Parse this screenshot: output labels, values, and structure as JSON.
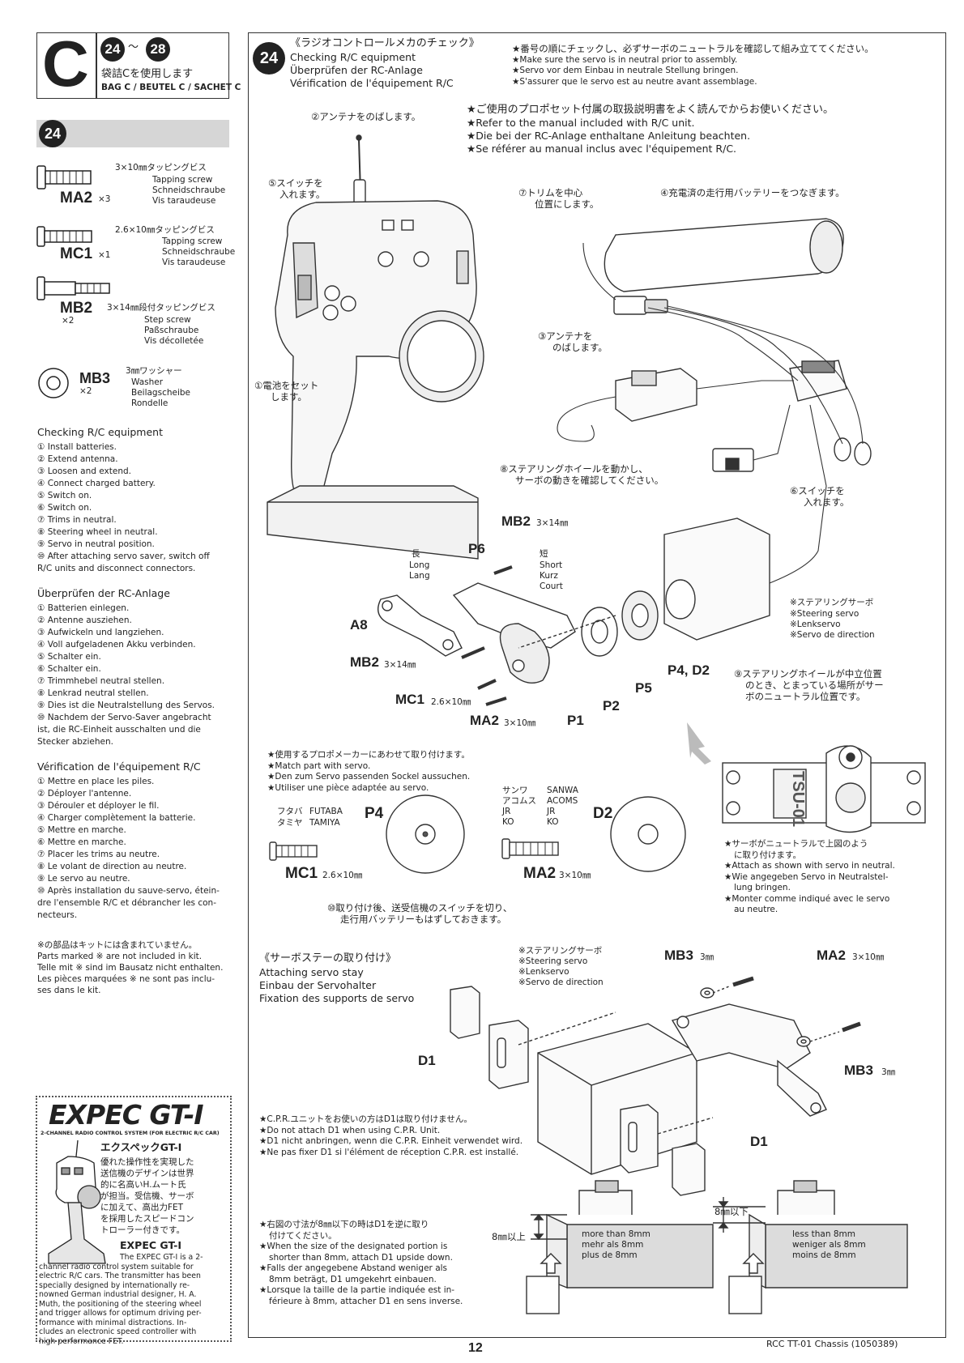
{
  "header": {
    "bag_letter": "C",
    "step_from": "24",
    "step_to": "28",
    "bag_jp": "袋詰Cを使用します",
    "bag_sub": "BAG C / BEUTEL C / SACHET C"
  },
  "left": {
    "step_badge": "24",
    "parts": [
      {
        "code": "MA2",
        "qty": "×3",
        "size_jp": "3×10㎜タッピングビス",
        "en": "Tapping screw",
        "de": "Schneidschraube",
        "fr": "Vis taraudeuse"
      },
      {
        "code": "MC1",
        "qty": "×1",
        "size_jp": "2.6×10㎜タッピングビス",
        "en": "Tapping screw",
        "de": "Schneidschraube",
        "fr": "Vis taraudeuse"
      },
      {
        "code": "MB2",
        "qty": "×2",
        "size_jp": "3×14㎜段付タッピングビス",
        "en": "Step screw",
        "de": "Paßschraube",
        "fr": "Vis décolletée"
      },
      {
        "code": "MB3",
        "qty": "×2",
        "size_jp": "3㎜ワッシャー",
        "en": "Washer",
        "de": "Beilagscheibe",
        "fr": "Rondelle"
      }
    ],
    "check_en_title": "Checking R/C equipment",
    "check_en": [
      "① Install batteries.",
      "② Extend antenna.",
      "③ Loosen and extend.",
      "④ Connect charged battery.",
      "⑤ Switch on.",
      "⑥ Switch on.",
      "⑦ Trims in neutral.",
      "⑧ Steering wheel in neutral.",
      "⑨ Servo in neutral position.",
      "⑩ After attaching servo saver, switch off",
      "R/C units and disconnect connectors."
    ],
    "check_de_title": "Überprüfen der RC-Anlage",
    "check_de": [
      "① Batterien einlegen.",
      "② Antenne ausziehen.",
      "③ Aufwickeln und langziehen.",
      "④ Voll aufgeladenen Akku verbinden.",
      "⑤ Schalter ein.",
      "⑥ Schalter ein.",
      "⑦ Trimmhebel neutral stellen.",
      "⑧ Lenkrad neutral stellen.",
      "⑨ Dies ist die Neutralstellung des Servos.",
      "⑩ Nachdem der Servo-Saver angebracht",
      "ist, die RC-Einheit ausschalten und die",
      "Stecker abziehen."
    ],
    "check_fr_title": "Vérification de l'équipement R/C",
    "check_fr": [
      "① Mettre en place les piles.",
      "② Déployer l'antenne.",
      "③ Dérouler et déployer le fil.",
      "④ Charger complètement la batterie.",
      "⑤ Mettre en marche.",
      "⑥ Mettre en marche.",
      "⑦ Placer les trims au neutre.",
      "⑧ Le volant de direction au neutre.",
      "⑨ Le servo au neutre.",
      "⑩ Après installation du sauve-servo, étein-",
      "dre l'ensemble R/C et débrancher les con-",
      "necteurs."
    ],
    "notincluded": [
      "※の部品はキットには含まれていません。",
      "Parts marked ※ are not included in kit.",
      "Telle mit ※ sind im Bausatz nicht enthalten.",
      "Les pièces marquées ※ ne sont pas inclu-",
      "ses dans le kit."
    ]
  },
  "promo": {
    "logo": "EXPEC GT-I",
    "subtitle": "2-CHANNEL RADIO CONTROL SYSTEM (FOR ELECTRIC R/C CAR)",
    "jp_title": "エクスペックGT-I",
    "jp_text": [
      "優れた操作性を実現した",
      "送信機のデザインは世界",
      "的に名高いH.ムート氏",
      "が担当。受信機、サーボ",
      "に加えて、高出力FET",
      "を採用したスピードコン",
      "トローラー付きです。"
    ],
    "en_title": "EXPEC GT-I",
    "en_text": [
      "The EXPEC GT-I is a 2-",
      "channel radio control system suitable for",
      "electric R/C cars. The transmitter has been",
      "specially designed by internationally re-",
      "nowned German industrial designer, H. A.",
      "Muth, the positioning of the steering wheel",
      "and trigger allows for optimum driving per-",
      "formance with minimal distractions. In-",
      "cludes an electronic speed controller with",
      "high performance FET."
    ]
  },
  "main": {
    "step_badge": "24",
    "title_jp": "《ラジオコントロールメカのチェック》",
    "title_en": "Checking R/C equipment",
    "title_de": "Überprüfen der RC-Anlage",
    "title_fr": "Vérification de l'équipement R/C",
    "note1": [
      "★番号の順にチェックし、必ずサーボのニュートラルを確認して組み立ててください。",
      "★Make sure the servo is in neutral prior to assembly.",
      "★Servo vor dem Einbau in neutrale Stellung bringen.",
      "★S'assurer que le servo est au neutre avant assemblage."
    ],
    "note2": [
      "★ご使用のプロポセット付属の取扱説明書をよく読んでからお使いください。",
      "★Refer to the manual included with R/C unit.",
      "★Die bei der RC-Anlage enthaltane Anleitung beachten.",
      "★Se référer au manual inclus avec l'équipement R/C."
    ],
    "callouts": {
      "c2": "②アンテナをのばします。",
      "c5a": "⑤スイッチを",
      "c5b": "入れます。",
      "c7a": "⑦トリムを中心",
      "c7b": "位置にします。",
      "c4": "④充電済の走行用バッテリーをつなぎます。",
      "c3a": "③アンテナを",
      "c3b": "のばします。",
      "c1a": "①電池をセット",
      "c1b": "します。",
      "c8a": "⑧ステアリングホイールを動かし、",
      "c8b": "サーボの動きを確認してください。",
      "c6a": "⑥スイッチを",
      "c6b": "入れます。",
      "servo_jp": "※ステアリングサーボ",
      "servo_en": "※Steering servo",
      "servo_de": "※Lenkservo",
      "servo_fr": "※Servo de direction",
      "c9": [
        "⑨ステアリングホイールが中立位置",
        "のとき、とまっている場所がサー",
        "ボのニュートラル位置です。"
      ]
    },
    "labels": {
      "mb2_top": "MB2",
      "mb2_top_size": "3×14㎜",
      "p6": "P6",
      "long_jp": "長",
      "long_en": "Long",
      "long_de": "Lang",
      "short_jp": "短",
      "short_en": "Short",
      "short_de": "Kurz",
      "short_fr": "Court",
      "a8": "A8",
      "mb2_mid": "MB2",
      "mb2_mid_size": "3×14㎜",
      "mc1": "MC1",
      "mc1_size": "2.6×10㎜",
      "ma2": "MA2",
      "ma2_size": "3×10㎜",
      "p1": "P1",
      "p2": "P2",
      "p5": "P5",
      "p4d2": "P4, D2"
    },
    "match": {
      "lines": [
        "★使用するプロポメーカーにあわせて取り付けます。",
        "★Match part with servo.",
        "★Den zum Servo passenden Sockel aussuchen.",
        "★Utiliser une pièce adaptée au servo."
      ],
      "left_brands": [
        [
          "フタバ",
          "FUTABA"
        ],
        [
          "タミヤ",
          "TAMIYA"
        ]
      ],
      "right_brands": [
        [
          "サンワ",
          "SANWA"
        ],
        [
          "アコムス",
          "ACOMS"
        ],
        [
          "JR",
          "JR"
        ],
        [
          "KO",
          "KO"
        ]
      ],
      "p4": "P4",
      "d2": "D2",
      "mc1": "MC1",
      "mc1_size": "2.6×10㎜",
      "ma2": "MA2",
      "ma2_size": "3×10㎜",
      "step10": [
        "⑩取り付け後、送受信機のスイッチを切り、",
        "走行用バッテリーもはずしておきます。"
      ],
      "horn_text": "TSU-01",
      "neutral_note": [
        "★サーボがニュートラルで上図のよう",
        "に取り付けます。",
        "★Attach as shown with servo in neutral.",
        "★Wie angegeben Servo in Neutralstel-",
        "lung bringen.",
        "★Monter comme indiqué avec le servo",
        "au neutre."
      ]
    },
    "stay": {
      "title_jp": "《サーボステーの取り付け》",
      "title_en": "Attaching servo stay",
      "title_de": "Einbau der Servohalter",
      "title_fr": "Fixation des supports de servo",
      "servo": [
        "※ステアリングサーボ",
        "※Steering servo",
        "※Lenkservo",
        "※Servo de direction"
      ],
      "mb3a": "MB3",
      "mb3a_size": "3㎜",
      "ma2": "MA2",
      "ma2_size": "3×10㎜",
      "mb3b": "MB3",
      "mb3b_size": "3㎜",
      "d1a": "D1",
      "d1b": "D1",
      "cpr": [
        "★C.P.R.ユニットをお使いの方はD1は取り付けません。",
        "★Do not attach D1 when using C.P.R. Unit.",
        "★D1 nicht anbringen, wenn die C.P.R. Einheit verwendet wird.",
        "★Ne pas fixer D1 si l'élément de réception C.P.R. est installé."
      ],
      "dim": [
        "★右図の寸法が8㎜以下の時はD1を逆に取り",
        "付けてください。",
        "★When the size of the designated portion is",
        "shorter than 8mm, attach D1 upside down.",
        "★Falls der angegebene Abstand weniger als",
        "8mm beträgt, D1 umgekehrt einbauen.",
        "★Lorsque la taille de la partie indiquée est in-",
        "férieure à 8mm, attacher D1 en sens inverse."
      ],
      "above_label": "8㎜以上",
      "above_box": [
        "more than 8mm",
        "mehr als 8mm",
        "plus de 8mm"
      ],
      "below_label": "8㎜以下",
      "below_box": [
        "less than 8mm",
        "weniger als 8mm",
        "moins de 8mm"
      ]
    }
  },
  "footer": {
    "page": "12",
    "code": "RCC TT-01 Chassis (1050389)"
  }
}
